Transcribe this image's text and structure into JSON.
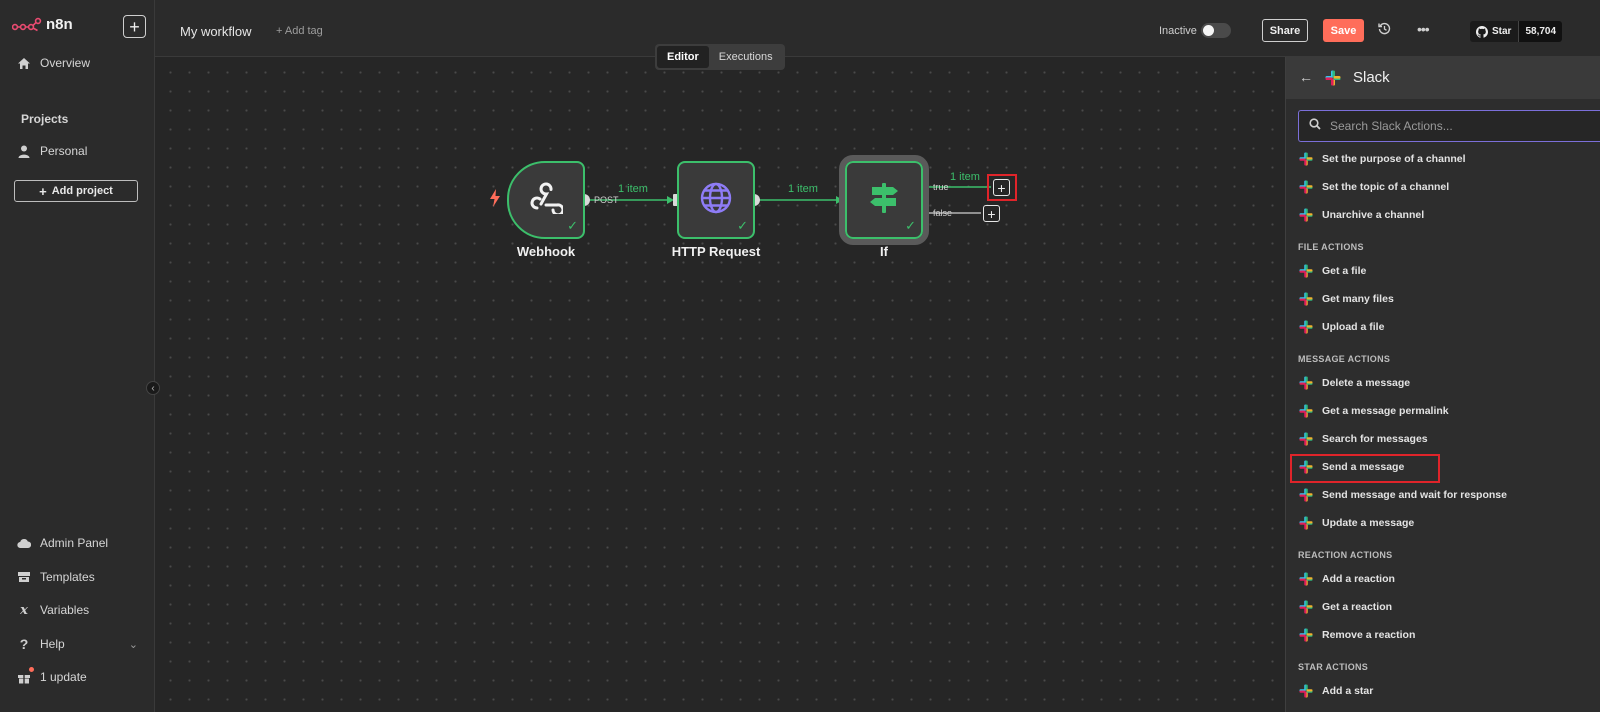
{
  "sidebar": {
    "logo": "n8n",
    "nav_top": [
      {
        "label": "Overview",
        "icon": "home-icon"
      }
    ],
    "projects_label": "Projects",
    "personal": "Personal",
    "add_project": "Add project",
    "nav_bottom": [
      {
        "label": "Admin Panel",
        "icon": "cloud-icon"
      },
      {
        "label": "Templates",
        "icon": "box-icon"
      },
      {
        "label": "Variables",
        "icon": "variable-icon"
      },
      {
        "label": "Help",
        "icon": "question-icon"
      },
      {
        "label": "1 update",
        "icon": "gift-icon"
      }
    ]
  },
  "header": {
    "workflow_name": "My workflow",
    "add_tag": "+ Add tag",
    "status": "Inactive",
    "share": "Share",
    "save": "Save",
    "github_star": "Star",
    "github_count": "58,704",
    "tabs": [
      "Editor",
      "Executions"
    ]
  },
  "canvas": {
    "nodes": [
      {
        "name": "Webhook",
        "icon": "webhook-icon"
      },
      {
        "name": "HTTP Request",
        "icon": "globe-icon"
      },
      {
        "name": "If",
        "icon": "signpost-icon"
      }
    ],
    "edges": [
      {
        "label": "1 item",
        "port": "POST"
      },
      {
        "label": "1 item"
      },
      {
        "label": "1 item",
        "port": "true"
      }
    ],
    "false_port": "false"
  },
  "panel": {
    "title": "Slack",
    "search_placeholder": "Search Slack Actions...",
    "items": [
      {
        "type": "item",
        "label": "Set the purpose of a channel"
      },
      {
        "type": "item",
        "label": "Set the topic of a channel"
      },
      {
        "type": "item",
        "label": "Unarchive a channel"
      },
      {
        "type": "cat",
        "label": "FILE ACTIONS"
      },
      {
        "type": "item",
        "label": "Get a file"
      },
      {
        "type": "item",
        "label": "Get many files"
      },
      {
        "type": "item",
        "label": "Upload a file"
      },
      {
        "type": "cat",
        "label": "MESSAGE ACTIONS"
      },
      {
        "type": "item",
        "label": "Delete a message"
      },
      {
        "type": "item",
        "label": "Get a message permalink"
      },
      {
        "type": "item",
        "label": "Search for messages"
      },
      {
        "type": "item",
        "label": "Send a message",
        "highlight": true
      },
      {
        "type": "item",
        "label": "Send message and wait for response"
      },
      {
        "type": "item",
        "label": "Update a message"
      },
      {
        "type": "cat",
        "label": "REACTION ACTIONS"
      },
      {
        "type": "item",
        "label": "Add a reaction"
      },
      {
        "type": "item",
        "label": "Get a reaction"
      },
      {
        "type": "item",
        "label": "Remove a reaction"
      },
      {
        "type": "cat",
        "label": "STAR ACTIONS"
      },
      {
        "type": "item",
        "label": "Add a star"
      }
    ]
  },
  "colors": {
    "accent": "#ff6d5a",
    "success": "#3cbf6b",
    "highlight": "#e0242a",
    "search_border": "#7b6fd9"
  }
}
